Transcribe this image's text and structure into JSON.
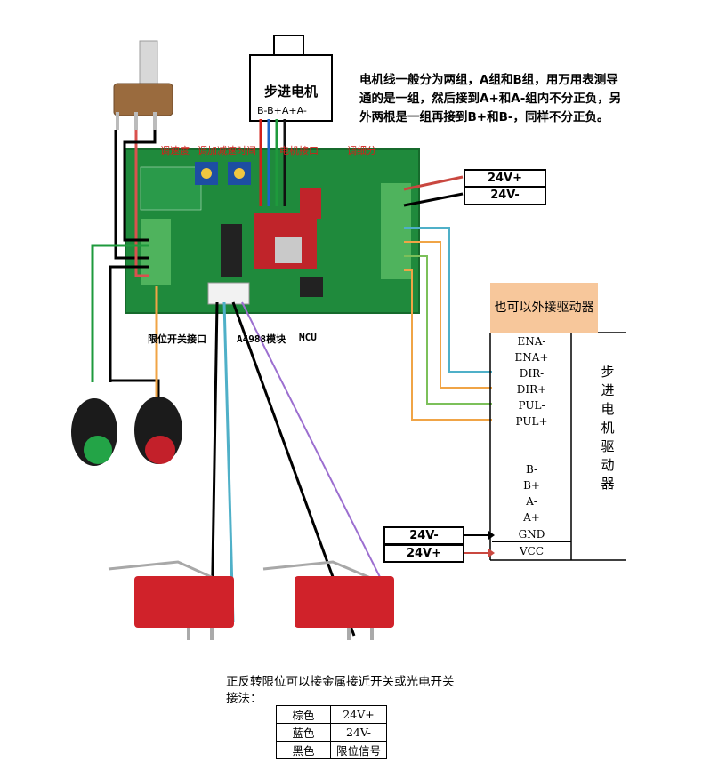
{
  "motor": {
    "title": "步进电机",
    "pins": "B-B+A+A-"
  },
  "note": "电机线一般分为两组，A组和B组，用万用表测导通的是一组，然后接到A+和A-组内不分正负，另外两根是一组再接到B+和B-，同样不分正负。",
  "board_labels": {
    "speed": "调速度",
    "accel": "调加减速时间",
    "motor_port": "电机接口",
    "microstep": "调细分",
    "limit_port": "限位开关接口",
    "a4988": "A4988模块",
    "mcu": "MCU"
  },
  "power_inputs": {
    "top_plus": "24V+",
    "top_minus": "24V-",
    "bottom_minus": "24V-",
    "bottom_plus": "24V+"
  },
  "driver": {
    "label": "也可以外接驱动器",
    "title_vertical": [
      "步",
      "进",
      "电",
      "机",
      "驱",
      "动",
      "器"
    ],
    "terminals": [
      "ENA-",
      "ENA+",
      "DIR-",
      "DIR+",
      "PUL-",
      "PUL+",
      "",
      "B-",
      "B+",
      "A-",
      "A+",
      "GND",
      "VCC"
    ]
  },
  "footer": {
    "line1": "正反转限位可以接金属接近开关或光电开关",
    "line2": "接法："
  },
  "wiring_table": [
    {
      "color": "棕色",
      "signal": "24V+"
    },
    {
      "color": "蓝色",
      "signal": "24V-"
    },
    {
      "color": "黑色",
      "signal": "限位信号"
    }
  ],
  "colors": {
    "board": "#1f8a3c",
    "terminal": "#4fb35d",
    "switch_red": "#d0222a",
    "button_green": "#23a447",
    "button_red": "#c3202a",
    "driver_label_bg": "#f7c79b"
  }
}
